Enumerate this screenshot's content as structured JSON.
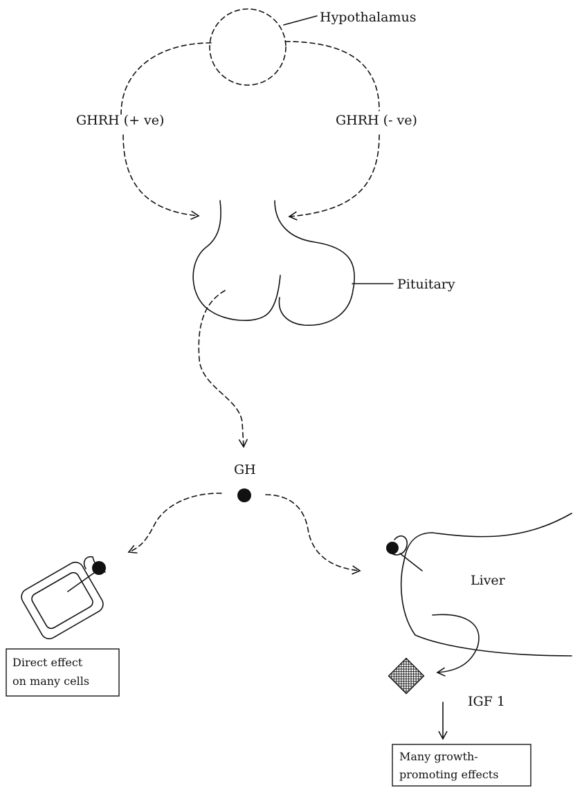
{
  "labels": {
    "hypothalamus": "Hypothalamus",
    "ghrh_left": "GHRH (+ ve)",
    "ghrh_right": "GHRH (- ve)",
    "pituitary": "Pituitary",
    "gh": "GH",
    "liver": "Liver",
    "igf1": "IGF 1"
  },
  "boxes": {
    "direct_line1": "Direct effect",
    "direct_line2": "on many cells",
    "growth_line1": "Many growth-",
    "growth_line2": "promoting effects"
  },
  "colors": {
    "ink": "#111111",
    "background": "#ffffff"
  }
}
